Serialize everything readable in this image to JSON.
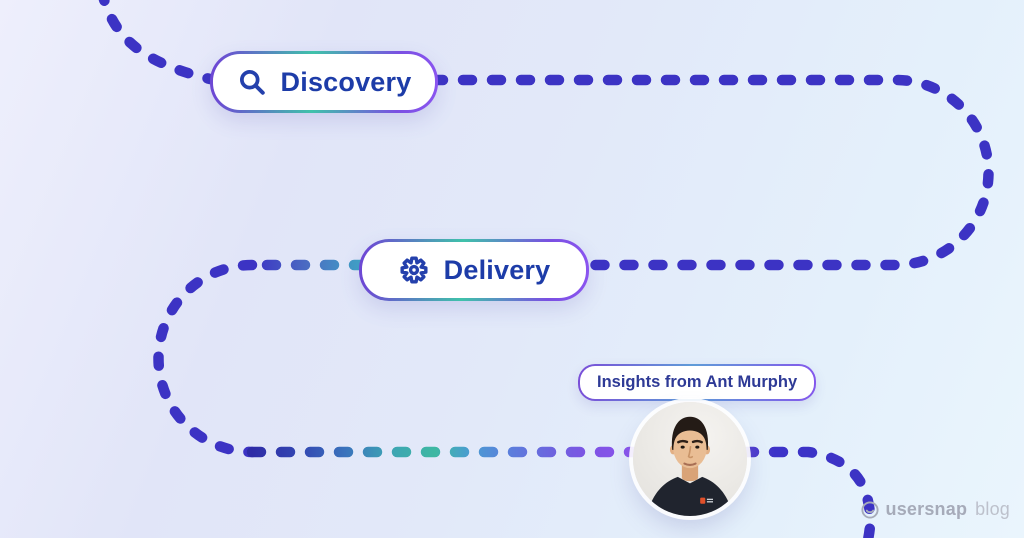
{
  "journey": {
    "nodes": [
      {
        "label": "Discovery",
        "icon": "search-icon"
      },
      {
        "label": "Delivery",
        "icon": "gear-icon"
      }
    ],
    "path_colors": {
      "primary_indigo": "#3c33c4",
      "teal": "#3eb8a2",
      "cyan_blue": "#4a9cd2",
      "violet": "#8a55ec"
    }
  },
  "author": {
    "badge_label": "Insights from Ant Murphy",
    "avatar_person": "Ant Murphy"
  },
  "branding": {
    "logo_text": "usersnap",
    "logo_suffix": "blog",
    "logo_color": "#a6abb9"
  },
  "theme": {
    "background_left": "#eeeffc",
    "background_right": "#eaf5fd",
    "pill_text_color": "#1d3ca8",
    "pill_border_gradient": [
      "#6d49d4",
      "#3fc2aa",
      "#8b55f0"
    ],
    "badge_text_color": "#2e3a96"
  }
}
